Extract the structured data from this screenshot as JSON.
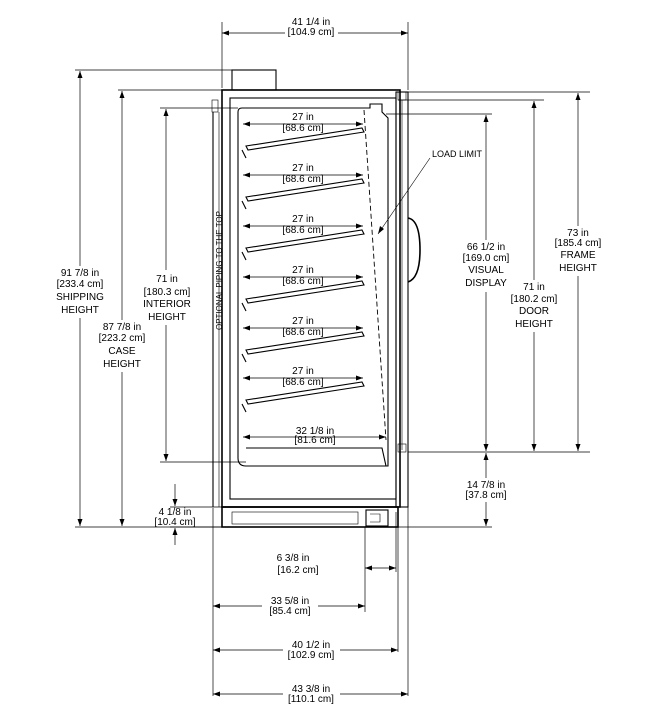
{
  "dimensions": {
    "overall_width": {
      "in": "41 1/4 in",
      "cm": "[104.9 cm]"
    },
    "shipping_height": {
      "in": "91 7/8 in",
      "cm": "[233.4 cm]",
      "l1": "SHIPPING",
      "l2": "HEIGHT"
    },
    "case_height": {
      "in": "87 7/8 in",
      "cm": "[223.2 cm]",
      "l1": "CASE",
      "l2": "HEIGHT"
    },
    "interior_height": {
      "in": "71 in",
      "cm": "[180.3 cm]",
      "l1": "INTERIOR",
      "l2": "HEIGHT"
    },
    "visual_display": {
      "in": "66 1/2 in",
      "cm": "[169.0 cm]",
      "l1": "VISUAL",
      "l2": "DISPLAY"
    },
    "door_height": {
      "in": "71 in",
      "cm": "[180.2 cm]",
      "l1": "DOOR",
      "l2": "HEIGHT"
    },
    "frame_height": {
      "in": "73 in",
      "cm": "[185.4 cm]",
      "l1": "FRAME",
      "l2": "HEIGHT"
    },
    "bottom_clearance": {
      "in": "14 7/8 in",
      "cm": "[37.8 cm]"
    },
    "base_height": {
      "in": "4 1/8 in",
      "cm": "[10.4 cm]"
    },
    "grille_depth": {
      "in": "6 3/8 in",
      "cm": "[16.2 cm]"
    },
    "interior_depth": {
      "in": "33 5/8 in",
      "cm": "[85.4 cm]"
    },
    "case_depth": {
      "in": "40 1/2 in",
      "cm": "[102.9 cm]"
    },
    "overall_depth": {
      "in": "43 3/8 in",
      "cm": "[110.1 cm]"
    },
    "bottom_shelf_depth": {
      "in": "32 1/8 in",
      "cm": "[81.6 cm]"
    }
  },
  "shelves": [
    {
      "in": "27 in",
      "cm": "[68.6 cm]"
    },
    {
      "in": "27 in",
      "cm": "[68.6 cm]"
    },
    {
      "in": "27 in",
      "cm": "[68.6 cm]"
    },
    {
      "in": "27 in",
      "cm": "[68.6 cm]"
    },
    {
      "in": "27 in",
      "cm": "[68.6 cm]"
    },
    {
      "in": "27 in",
      "cm": "[68.6 cm]"
    }
  ],
  "labels": {
    "load_limit": "LOAD LIMIT",
    "optional_piping": "OPTIONAL PIPING TO THE TOP"
  }
}
